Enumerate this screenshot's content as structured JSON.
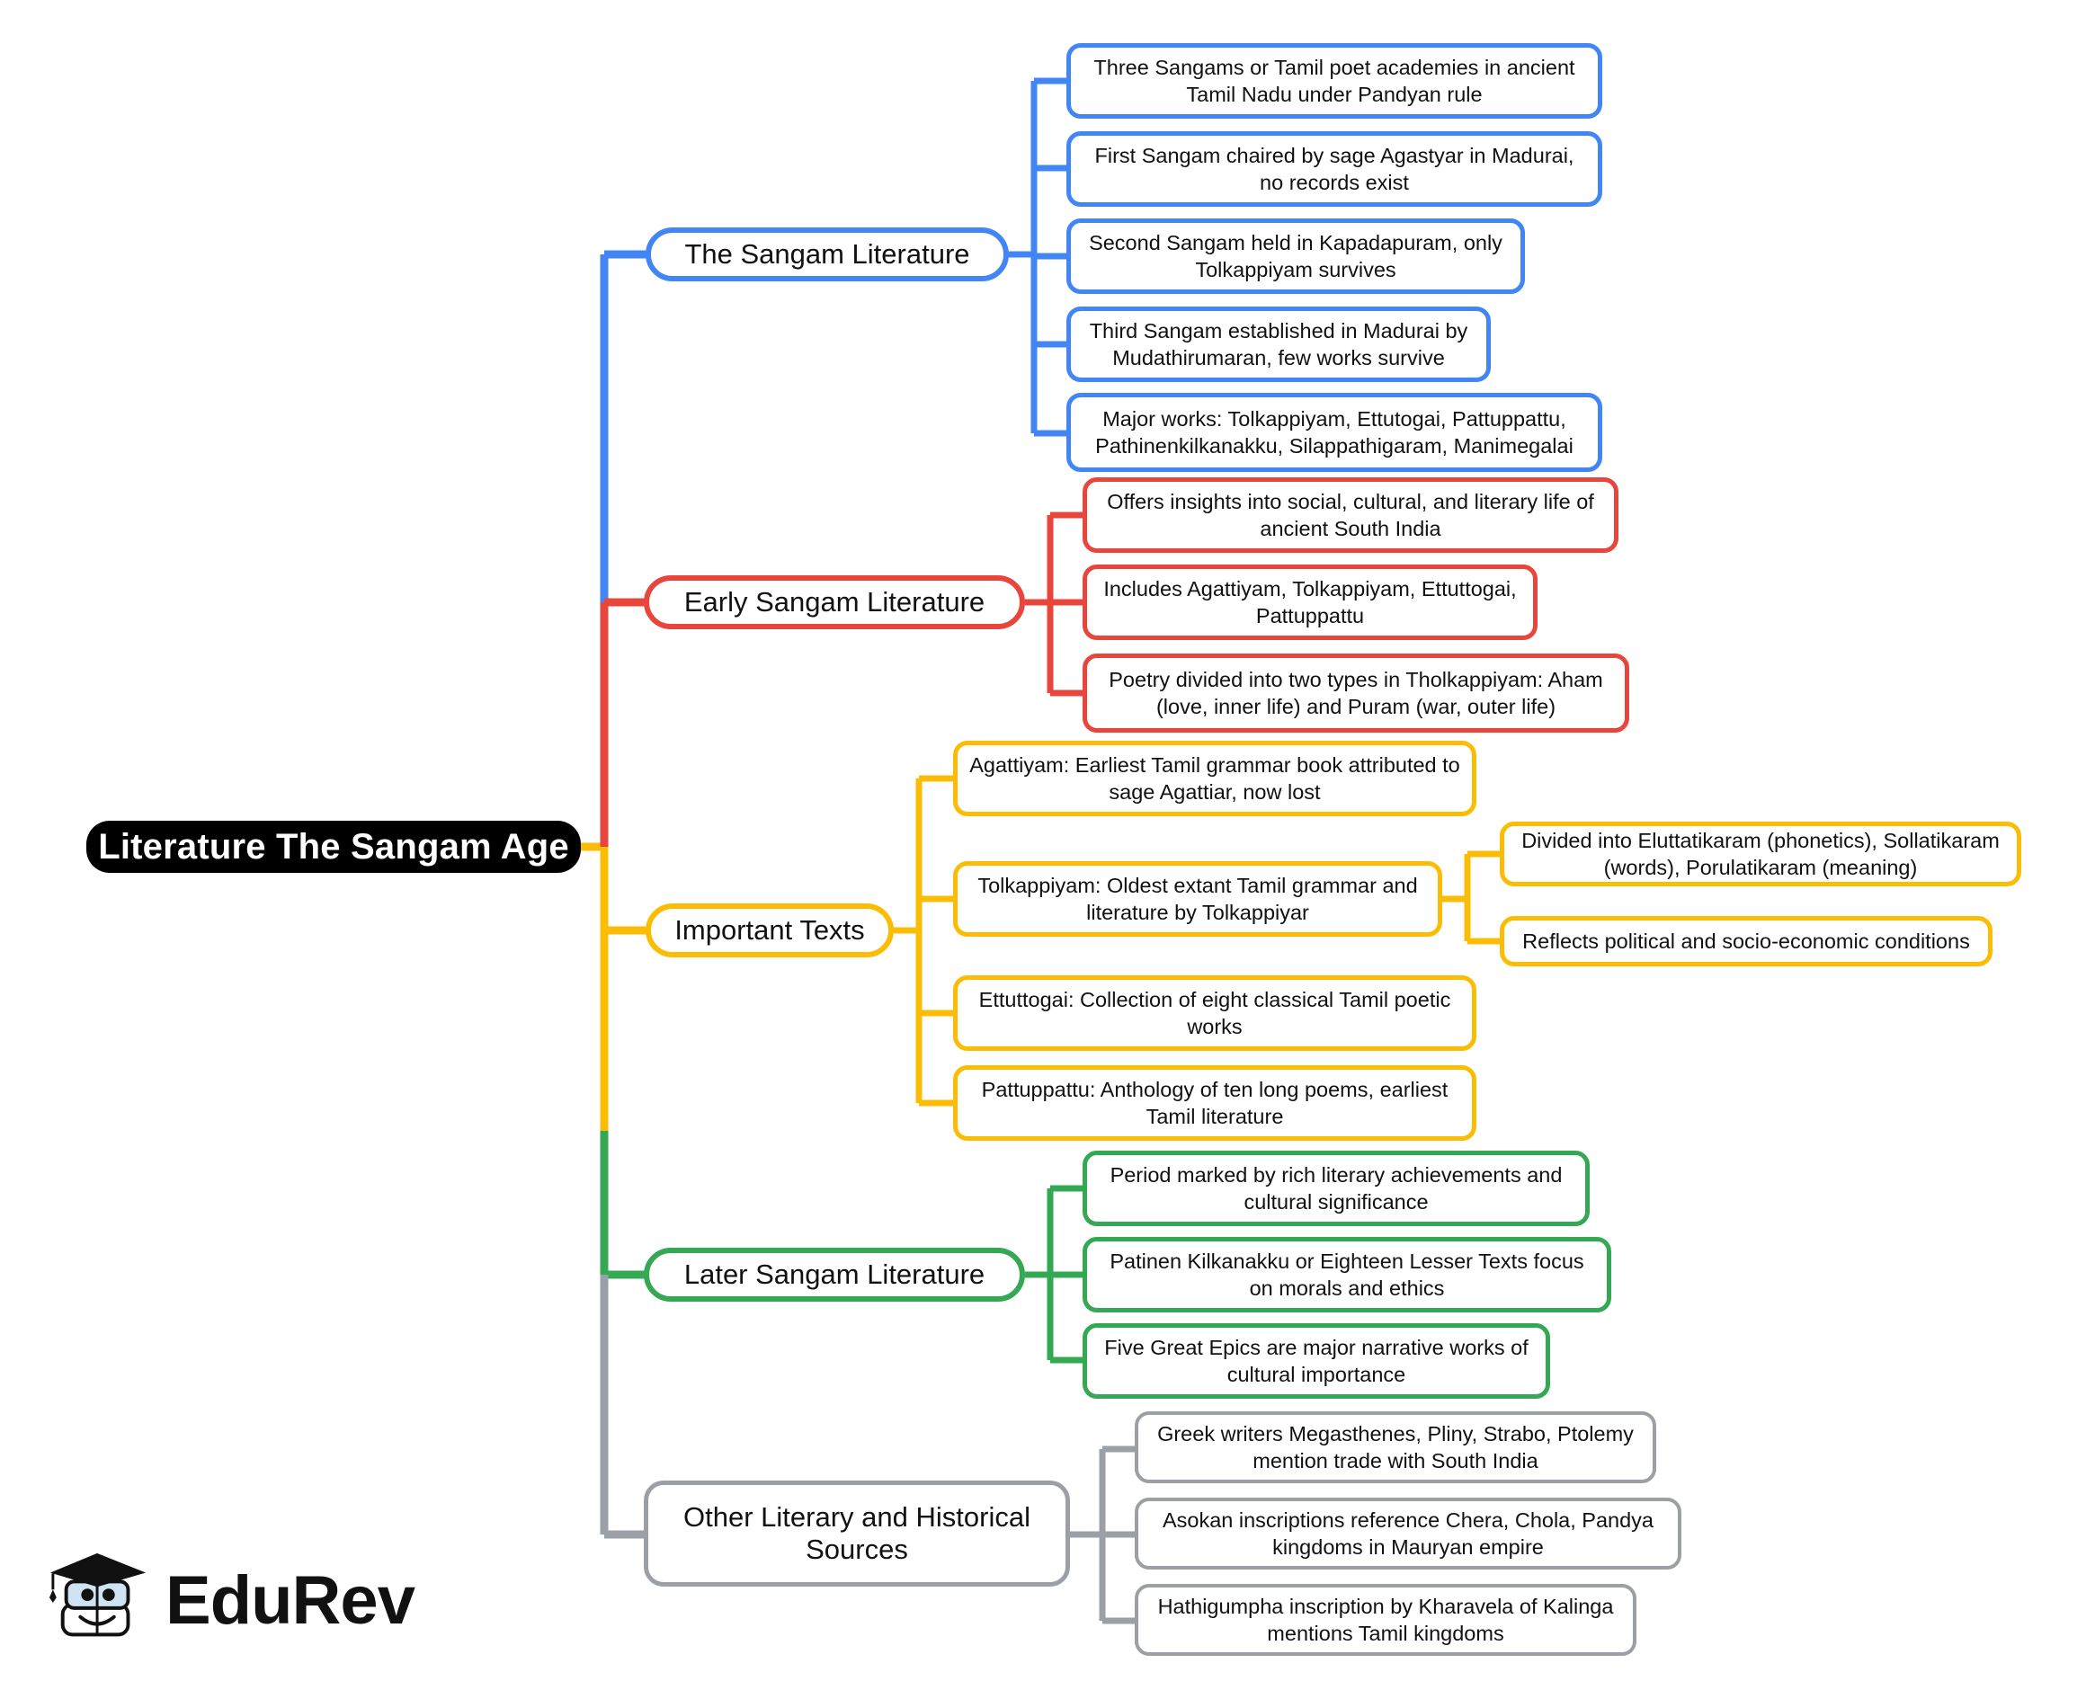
{
  "diagram": {
    "type": "mind-map",
    "root": {
      "label": "Literature The Sangam Age",
      "color": "#000000",
      "text_color": "#ffffff"
    },
    "branches": [
      {
        "id": "sangam-literature",
        "label": "The Sangam Literature",
        "color": "#4285F4",
        "children": [
          {
            "label": "Three Sangams or Tamil poet academies in ancient Tamil Nadu under Pandyan rule"
          },
          {
            "label": "First Sangam chaired by sage Agastyar in Madurai, no records exist"
          },
          {
            "label": "Second Sangam held in Kapadapuram, only Tolkappiyam survives"
          },
          {
            "label": "Third Sangam established in Madurai by Mudathirumaran, few works survive"
          },
          {
            "label": "Major works: Tolkappiyam, Ettutogai, Pattuppattu, Pathinenkilkanakku, Silappathigaram, Manimegalai"
          }
        ]
      },
      {
        "id": "early-sangam-literature",
        "label": "Early Sangam Literature",
        "color": "#E8453C",
        "children": [
          {
            "label": "Offers insights into social, cultural, and literary life of ancient South India"
          },
          {
            "label": "Includes Agattiyam, Tolkappiyam, Ettuttogai, Pattuppattu"
          },
          {
            "label": "Poetry divided into two types in Tholkappiyam: Aham (love, inner life) and Puram (war, outer life)"
          }
        ]
      },
      {
        "id": "important-texts",
        "label": "Important Texts",
        "color": "#FBBC05",
        "children": [
          {
            "label": "Agattiyam: Earliest Tamil grammar book attributed to sage Agattiar, now lost"
          },
          {
            "label": "Tolkappiyam: Oldest extant Tamil grammar and literature by Tolkappiyar",
            "children": [
              {
                "label": "Divided into Eluttatikaram (phonetics), Sollatikaram (words), Porulatikaram (meaning)"
              },
              {
                "label": "Reflects political and socio-economic conditions"
              }
            ]
          },
          {
            "label": "Ettuttogai: Collection of eight classical Tamil poetic works"
          },
          {
            "label": "Pattuppattu: Anthology of ten long poems, earliest Tamil literature"
          }
        ]
      },
      {
        "id": "later-sangam-literature",
        "label": "Later Sangam Literature",
        "color": "#34A853",
        "children": [
          {
            "label": "Period marked by rich literary achievements and cultural significance"
          },
          {
            "label": "Patinen Kilkanakku or Eighteen Lesser Texts focus on morals and ethics"
          },
          {
            "label": "Five Great Epics are major narrative works of cultural importance"
          }
        ]
      },
      {
        "id": "other-sources",
        "label": "Other Literary and Historical Sources",
        "color": "#9AA0A6",
        "children": [
          {
            "label": "Greek writers Megasthenes, Pliny, Strabo, Ptolemy mention trade with South India"
          },
          {
            "label": "Asokan inscriptions reference Chera, Chola, Pandya kingdoms in Mauryan empire"
          },
          {
            "label": "Hathigumpha inscription by Kharavela of Kalinga mentions Tamil kingdoms"
          }
        ]
      }
    ]
  },
  "logo": {
    "text": "EduRev",
    "mark": "graduation-cap-book-mascot"
  }
}
